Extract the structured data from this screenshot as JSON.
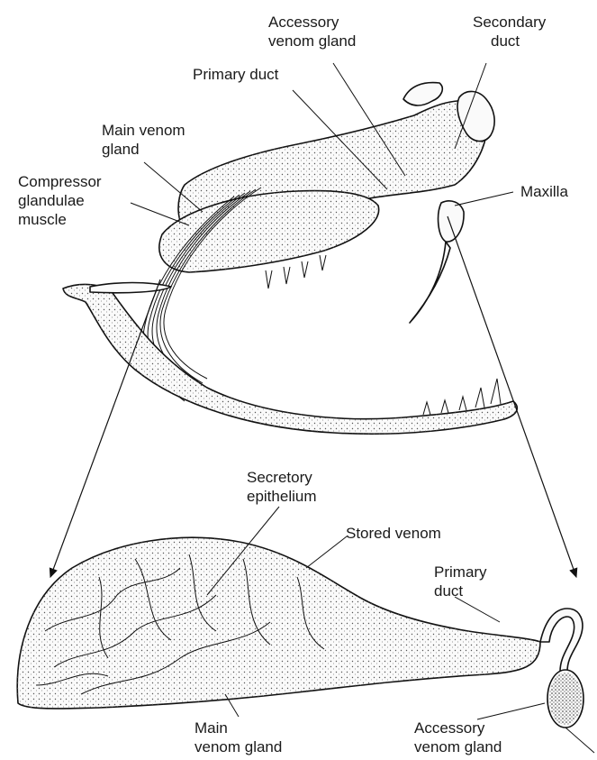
{
  "diagram": {
    "labels": {
      "accessory_gland_top": [
        "Accessory",
        "venom gland"
      ],
      "secondary_duct": [
        "Secondary",
        "duct"
      ],
      "primary_duct_top": "Primary duct",
      "main_gland_top": [
        "Main venom",
        "gland"
      ],
      "compressor_muscle": [
        "Compressor",
        "glandulae",
        "muscle"
      ],
      "maxilla": "Maxilla",
      "secretory_epithelium": [
        "Secretory",
        "epithelium"
      ],
      "stored_venom": "Stored venom",
      "primary_duct_bottom": [
        "Primary",
        "duct"
      ],
      "main_gland_bottom": [
        "Main",
        "venom gland"
      ],
      "accessory_gland_bottom": [
        "Accessory",
        "venom gland"
      ]
    }
  }
}
